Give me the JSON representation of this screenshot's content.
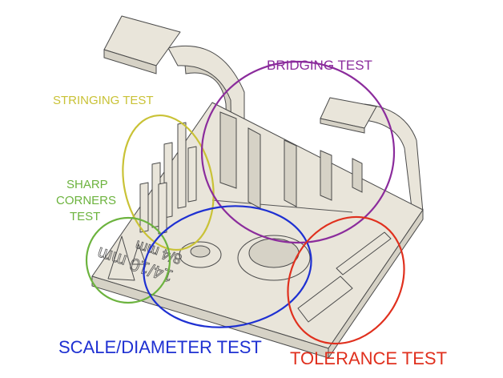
{
  "labels": {
    "bridging": "BRIDGING TEST",
    "stringing": "STRINGING TEST",
    "sharp_corners": [
      "SHARP",
      "CORNERS",
      "TEST"
    ],
    "scale_diameter": "SCALE/DIAMETER TEST",
    "tolerance": "TOLERANCE TEST"
  },
  "engraved": {
    "large_ring": "14/10 mm",
    "small_ring": "8/4 mm"
  },
  "colors": {
    "stringing": "#c9c236",
    "bridging": "#8b2c9c",
    "sharp_corners": "#6cb33e",
    "scale_diameter": "#1e30d2",
    "tolerance": "#e0301e"
  }
}
